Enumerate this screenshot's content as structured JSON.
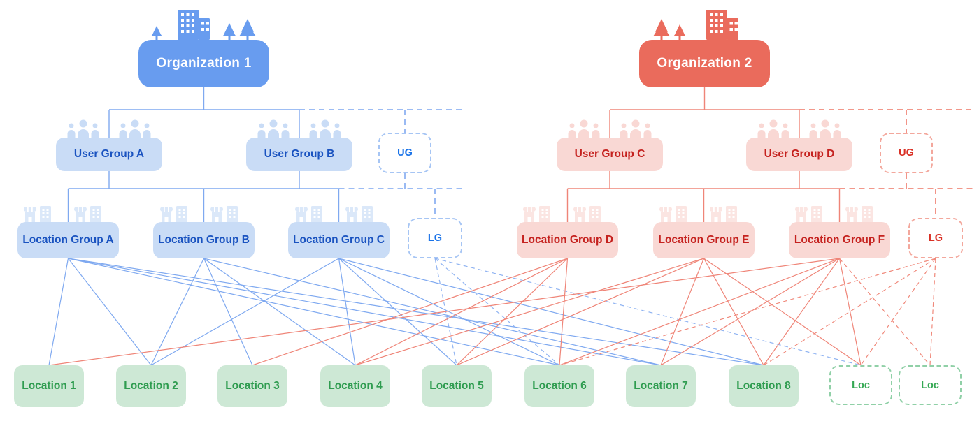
{
  "diagram": {
    "organizations": [
      {
        "id": "org1",
        "label": "Organization 1",
        "theme": "blue"
      },
      {
        "id": "org2",
        "label": "Organization 2",
        "theme": "red"
      }
    ],
    "user_groups": [
      {
        "id": "ugA",
        "label": "User Group A",
        "theme": "blue",
        "ghost": false
      },
      {
        "id": "ugB",
        "label": "User Group B",
        "theme": "blue",
        "ghost": false
      },
      {
        "id": "ugGhostBlue",
        "label": "UG",
        "theme": "blue",
        "ghost": true
      },
      {
        "id": "ugC",
        "label": "User Group C",
        "theme": "red",
        "ghost": false
      },
      {
        "id": "ugD",
        "label": "User Group D",
        "theme": "red",
        "ghost": false
      },
      {
        "id": "ugGhostRed",
        "label": "UG",
        "theme": "red",
        "ghost": true
      }
    ],
    "location_groups": [
      {
        "id": "lgA",
        "label": "Location Group A",
        "theme": "blue",
        "ghost": false
      },
      {
        "id": "lgB",
        "label": "Location Group B",
        "theme": "blue",
        "ghost": false
      },
      {
        "id": "lgC",
        "label": "Location Group C",
        "theme": "blue",
        "ghost": false
      },
      {
        "id": "lgGhostBlue",
        "label": "LG",
        "theme": "blue",
        "ghost": true
      },
      {
        "id": "lgD",
        "label": "Location Group D",
        "theme": "red",
        "ghost": false
      },
      {
        "id": "lgE",
        "label": "Location Group E",
        "theme": "red",
        "ghost": false
      },
      {
        "id": "lgF",
        "label": "Location Group F",
        "theme": "red",
        "ghost": false
      },
      {
        "id": "lgGhostRed",
        "label": "LG",
        "theme": "red",
        "ghost": true
      }
    ],
    "locations": [
      {
        "id": "loc1",
        "label": "Location 1",
        "ghost": false
      },
      {
        "id": "loc2",
        "label": "Location 2",
        "ghost": false
      },
      {
        "id": "loc3",
        "label": "Location 3",
        "ghost": false
      },
      {
        "id": "loc4",
        "label": "Location 4",
        "ghost": false
      },
      {
        "id": "loc5",
        "label": "Location 5",
        "ghost": false
      },
      {
        "id": "loc6",
        "label": "Location 6",
        "ghost": false
      },
      {
        "id": "loc7",
        "label": "Location 7",
        "ghost": false
      },
      {
        "id": "loc8",
        "label": "Location 8",
        "ghost": false
      },
      {
        "id": "locGhost1",
        "label": "Loc",
        "ghost": true
      },
      {
        "id": "locGhost2",
        "label": "Loc",
        "ghost": true
      }
    ],
    "hierarchy": [
      {
        "org": "org1",
        "user_groups": [
          "ugA",
          "ugB"
        ],
        "ghost_user_group": "ugGhostBlue",
        "location_groups": [
          "lgA",
          "lgB",
          "lgC"
        ],
        "ghost_location_group": "lgGhostBlue"
      },
      {
        "org": "org2",
        "user_groups": [
          "ugC",
          "ugD"
        ],
        "ghost_user_group": "ugGhostRed",
        "location_groups": [
          "lgD",
          "lgE",
          "lgF"
        ],
        "ghost_location_group": "lgGhostRed"
      }
    ],
    "connections": [
      {
        "from": "lgA",
        "to": "loc1",
        "style": "solid"
      },
      {
        "from": "lgA",
        "to": "loc2",
        "style": "solid"
      },
      {
        "from": "lgA",
        "to": "loc6",
        "style": "solid"
      },
      {
        "from": "lgA",
        "to": "loc7",
        "style": "solid"
      },
      {
        "from": "lgA",
        "to": "loc8",
        "style": "solid"
      },
      {
        "from": "lgB",
        "to": "loc2",
        "style": "solid"
      },
      {
        "from": "lgB",
        "to": "loc3",
        "style": "solid"
      },
      {
        "from": "lgB",
        "to": "loc4",
        "style": "solid"
      },
      {
        "from": "lgB",
        "to": "loc7",
        "style": "solid"
      },
      {
        "from": "lgC",
        "to": "loc2",
        "style": "solid"
      },
      {
        "from": "lgC",
        "to": "loc4",
        "style": "solid"
      },
      {
        "from": "lgC",
        "to": "loc5",
        "style": "solid"
      },
      {
        "from": "lgC",
        "to": "loc6",
        "style": "solid"
      },
      {
        "from": "lgC",
        "to": "loc8",
        "style": "solid"
      },
      {
        "from": "lgGhostBlue",
        "to": "loc5",
        "style": "dashed"
      },
      {
        "from": "lgGhostBlue",
        "to": "loc6",
        "style": "dashed"
      },
      {
        "from": "lgGhostBlue",
        "to": "locGhost1",
        "style": "dashed"
      },
      {
        "from": "lgD",
        "to": "loc3",
        "style": "solid"
      },
      {
        "from": "lgD",
        "to": "loc4",
        "style": "solid"
      },
      {
        "from": "lgD",
        "to": "loc5",
        "style": "solid"
      },
      {
        "from": "lgD",
        "to": "loc6",
        "style": "solid"
      },
      {
        "from": "lgE",
        "to": "loc4",
        "style": "solid"
      },
      {
        "from": "lgE",
        "to": "loc5",
        "style": "solid"
      },
      {
        "from": "lgE",
        "to": "loc7",
        "style": "solid"
      },
      {
        "from": "lgE",
        "to": "loc8",
        "style": "solid"
      },
      {
        "from": "lgE",
        "to": "locGhost1",
        "style": "solid"
      },
      {
        "from": "lgF",
        "to": "loc1",
        "style": "solid"
      },
      {
        "from": "lgF",
        "to": "loc6",
        "style": "solid"
      },
      {
        "from": "lgF",
        "to": "loc7",
        "style": "solid"
      },
      {
        "from": "lgF",
        "to": "loc8",
        "style": "solid"
      },
      {
        "from": "lgF",
        "to": "locGhost1",
        "style": "solid"
      },
      {
        "from": "lgF",
        "to": "locGhost2",
        "style": "dashed"
      },
      {
        "from": "lgGhostRed",
        "to": "loc6",
        "style": "dashed"
      },
      {
        "from": "lgGhostRed",
        "to": "loc8",
        "style": "dashed"
      },
      {
        "from": "lgGhostRed",
        "to": "locGhost1",
        "style": "dashed"
      },
      {
        "from": "lgGhostRed",
        "to": "locGhost2",
        "style": "dashed"
      }
    ],
    "colors": {
      "blue_solid": "#689CEF",
      "blue_light": "#C9DCF6",
      "blue_text": "#1A53C0",
      "blue_accent": "#1A73E8",
      "blue_line": "#7FA9F0",
      "red_solid": "#EA6B5C",
      "red_light": "#F9D8D4",
      "red_text": "#C5221F",
      "red_accent": "#D93025",
      "red_line": "#EF8578",
      "green_light": "#CDE8D5",
      "green_text": "#2F9C50"
    }
  }
}
